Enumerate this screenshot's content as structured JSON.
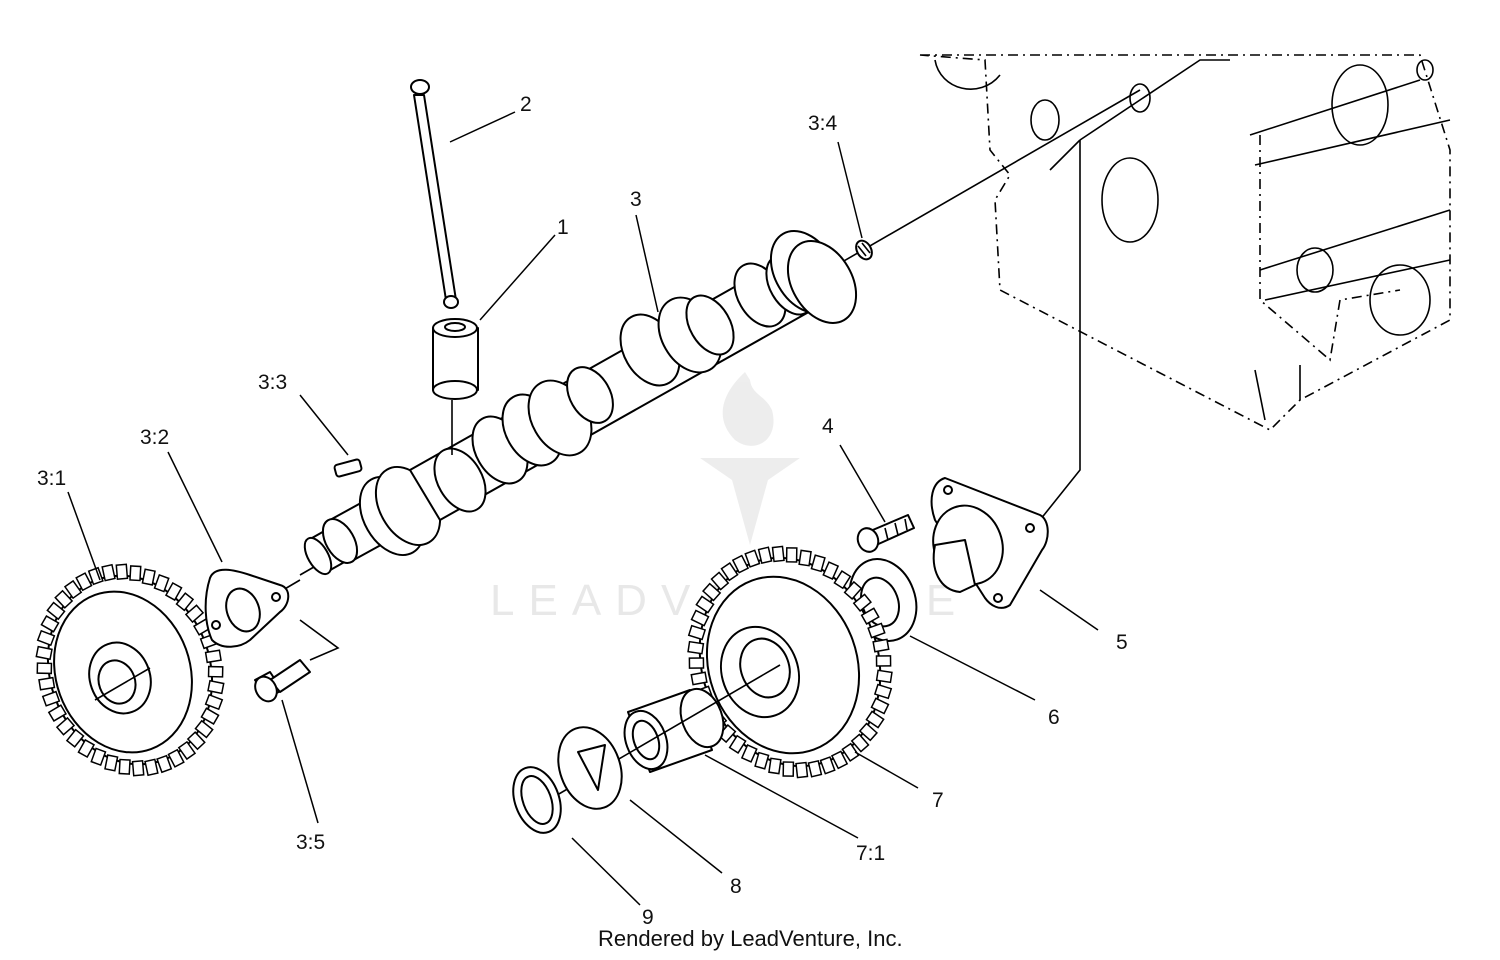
{
  "watermark": "LEADVENTURE",
  "footer": "Rendered by LeadVenture, Inc.",
  "callouts": {
    "c1": "1",
    "c2": "2",
    "c3": "3",
    "c3_1": "3:1",
    "c3_2": "3:2",
    "c3_3": "3:3",
    "c3_4": "3:4",
    "c3_5": "3:5",
    "c4": "4",
    "c5": "5",
    "c6": "6",
    "c7": "7",
    "c7_1": "7:1",
    "c8": "8",
    "c9": "9"
  }
}
